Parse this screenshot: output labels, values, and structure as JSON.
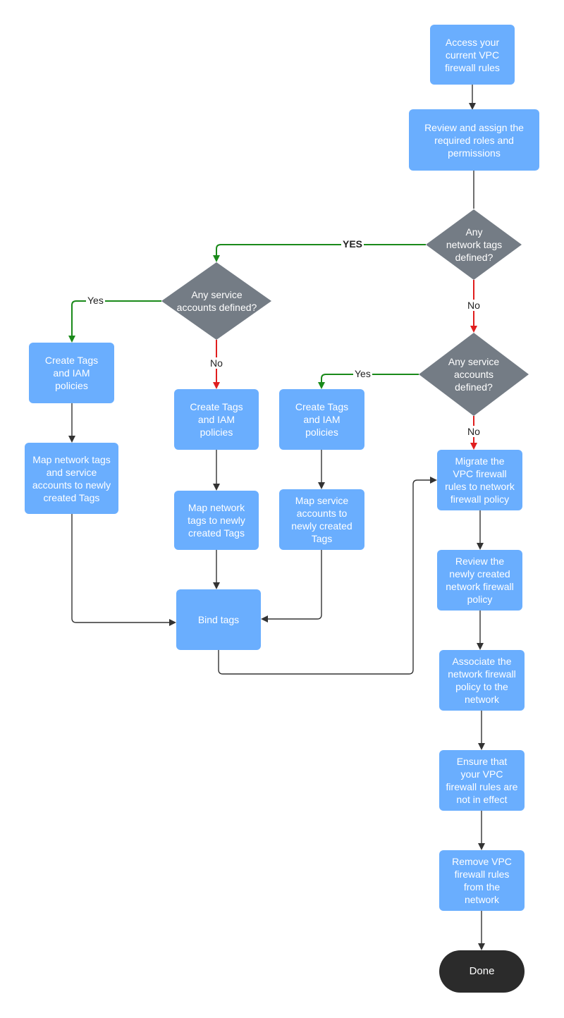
{
  "colors": {
    "box": "#6aaefe",
    "decision": "#747c85",
    "terminal": "#2b2b2b",
    "line": "#333333",
    "yes_line": "#1a8a1a",
    "no_line": "#e01e1e"
  },
  "nodes": {
    "access": "Access your\ncurrent VPC\nfirewall rules",
    "review_roles": "Review and assign the\nrequired roles and\npermissions",
    "any_network_tags": "Any\nnetwork tags\ndefined?",
    "any_service_accounts_left": "Any service\naccounts defined?",
    "any_service_accounts_right": "Any service\naccounts\ndefined?",
    "create_tags_1": "Create Tags\nand IAM\npolicies",
    "map_both": "Map network tags\nand service\naccounts to newly\ncreated Tags",
    "create_tags_2": "Create Tags\nand IAM\npolicies",
    "map_network_tags": "Map network\ntags to newly\ncreated Tags",
    "create_tags_3": "Create Tags\nand IAM\npolicies",
    "map_service_accounts": "Map service\naccounts  to\nnewly created\nTags",
    "bind_tags": "Bind tags",
    "migrate": "Migrate the\nVPC firewall\nrules to network\nfirewall policy",
    "review_policy": "Review the\nnewly created\nnetwork firewall\npolicy",
    "associate": "Associate the\nnetwork firewall\npolicy to the\nnetwork",
    "ensure": "Ensure that\nyour VPC\nfirewall rules are\nnot in effect",
    "remove": "Remove  VPC\nfirewall rules\nfrom the\nnetwork",
    "done": "Done"
  },
  "edge_labels": {
    "yes_network_tags": "YES",
    "no_network_tags": "No",
    "yes_service_left": "Yes",
    "no_service_left": "No",
    "yes_service_right": "Yes",
    "no_service_right": "No"
  }
}
